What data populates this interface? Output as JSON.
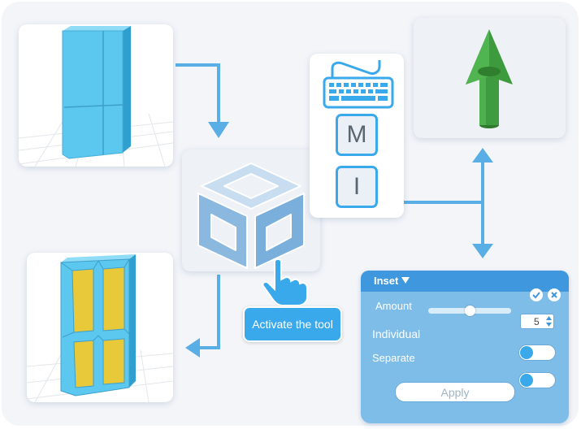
{
  "callout": {
    "label": "Activate the tool"
  },
  "keys": {
    "first": "M",
    "second": "I"
  },
  "inset_panel": {
    "title": "Inset",
    "amount_label": "Amount",
    "amount_value": "5",
    "amount_slider_fraction": 0.5,
    "individual_label": "Individual",
    "separate_label": "Separate",
    "apply_label": "Apply"
  },
  "colors": {
    "accent": "#3aa9ec",
    "arrow": "#5aaee6",
    "shape_blue": "#5cc8f0",
    "inset_yellow": "#e8c93a",
    "gizmo_green": "#3d9a3d"
  },
  "icons": [
    "keyboard-icon",
    "inset-tool-icon",
    "hand-pointer-icon",
    "check-icon",
    "close-icon",
    "caret-down-icon"
  ]
}
